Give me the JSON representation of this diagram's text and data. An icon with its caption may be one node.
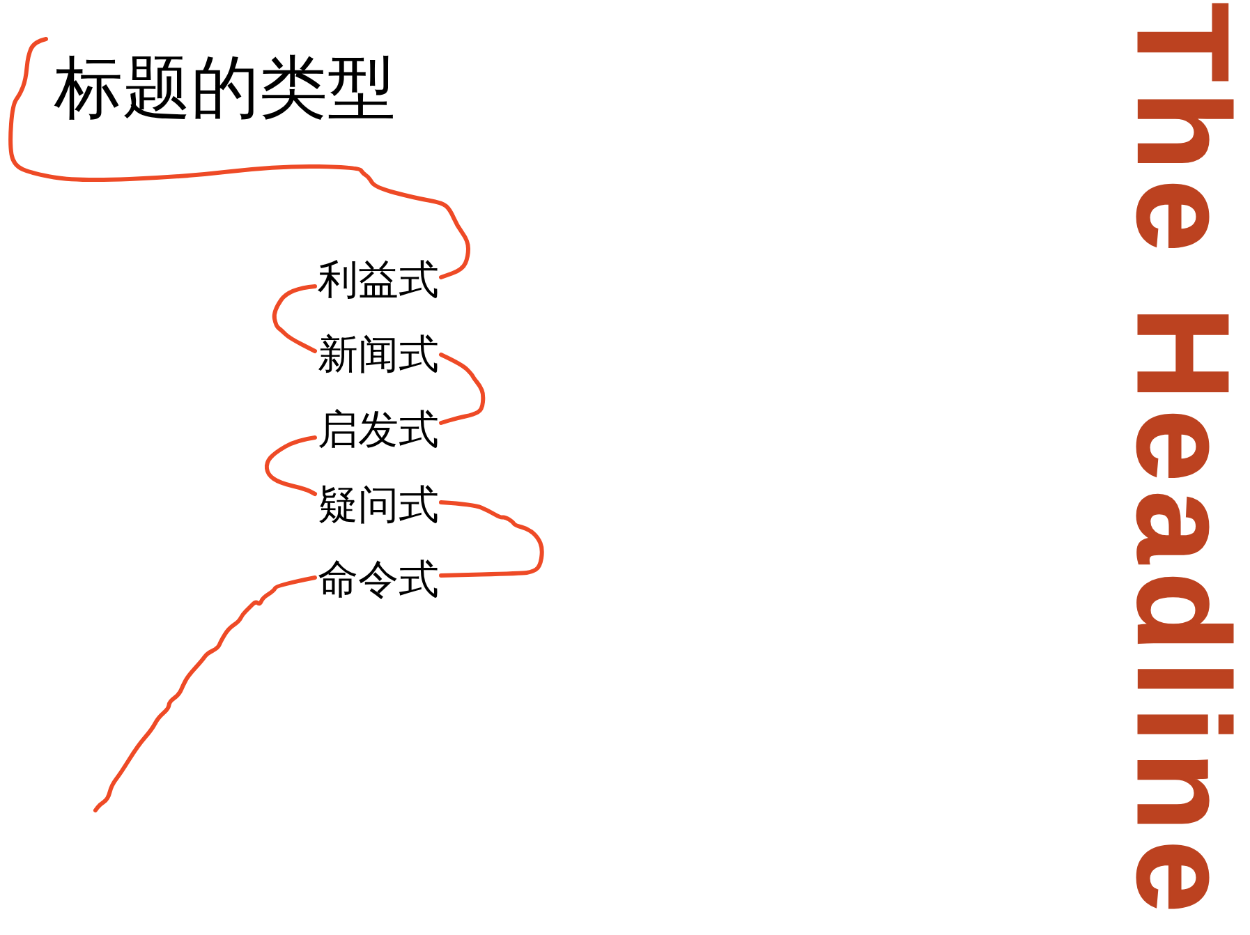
{
  "diagram": {
    "nodes": [
      {
        "text": [
          "标题的类型"
        ]
      },
      {
        "text": [
          "利益式"
        ]
      },
      {
        "text": [
          "新闻式"
        ]
      },
      {
        "text": [
          "启发式"
        ]
      },
      {
        "text": [
          "疑问式"
        ]
      },
      {
        "text": [
          "命令式"
        ]
      }
    ],
    "edges": [
      {
        "from": 0,
        "to": 1,
        "arrow": "none"
      },
      {
        "from": 1,
        "to": 2,
        "arrow": "none"
      },
      {
        "from": 2,
        "to": 3,
        "arrow": "none"
      },
      {
        "from": 3,
        "to": 4,
        "arrow": "none"
      },
      {
        "from": 4,
        "to": 5,
        "arrow": "none"
      },
      {
        "from": 5,
        "to": null,
        "arrow": "none"
      }
    ],
    "labels": [
      "The Headline"
    ]
  }
}
